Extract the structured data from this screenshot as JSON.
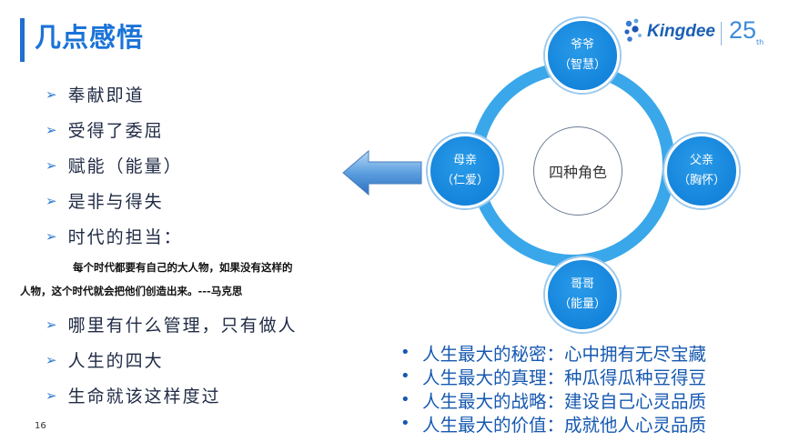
{
  "slide": {
    "title": "几点感悟",
    "page_number": "16"
  },
  "logo": {
    "brand": "Kingdee",
    "anniversary": "25",
    "suffix": "th"
  },
  "bullets": [
    "奉献即道",
    "受得了委屈",
    "赋能（能量）",
    "是非与得失",
    "时代的担当："
  ],
  "quote": {
    "line1": "每个时代都要有自己的大人物，如果没有这样的",
    "line2": "人物，这个时代就会把他们创造出来。---马克思"
  },
  "bullets_after": [
    "哪里有什么管理，只有做人",
    "人生的四大",
    "生命就该这样度过"
  ],
  "diagram": {
    "center": "四种角色",
    "top": {
      "line1": "爷爷",
      "line2": "（智慧）"
    },
    "left": {
      "line1": "母亲",
      "line2": "（仁爱）"
    },
    "right": {
      "line1": "父亲",
      "line2": "（胸怀）"
    },
    "bottom": {
      "line1": "哥哥",
      "line2": "（能量）"
    }
  },
  "life_points": [
    "人生最大的秘密：心中拥有无尽宝藏",
    "人生最大的真理：种瓜得瓜种豆得豆",
    "人生最大的战略：建设自己心灵品质",
    "人生最大的价值：成就他人心灵品质"
  ],
  "colors": {
    "title": "#1a73d8",
    "ring": "#39a7ea",
    "node": "#1484dc",
    "points_text": "#1658b0"
  }
}
